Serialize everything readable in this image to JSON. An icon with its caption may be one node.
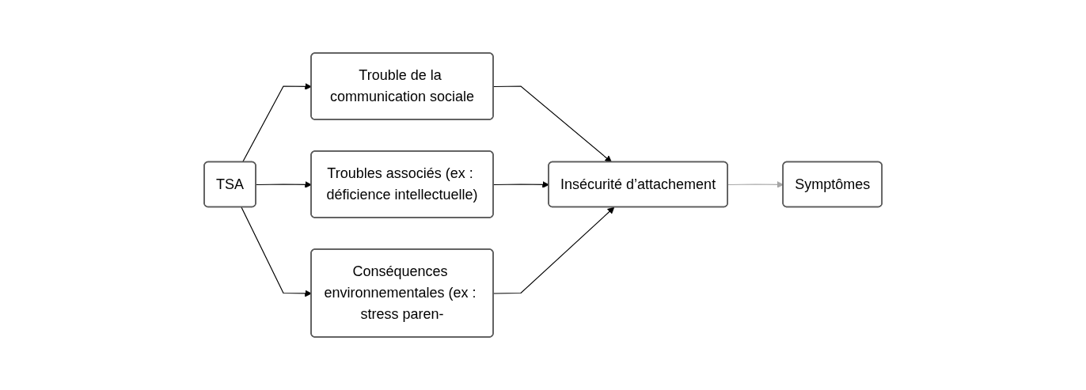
{
  "diagram": {
    "nodes": [
      {
        "text": [
          "TSA"
        ]
      },
      {
        "text": [
          "Trouble de la communication sociale"
        ]
      },
      {
        "text": [
          "Troubles associés (ex : déficience intellectuelle)"
        ]
      },
      {
        "text": [
          "Conséquences environnementales (ex : stress paren-"
        ]
      },
      {
        "text": [
          "Insécurité d’attachement"
        ]
      },
      {
        "text": [
          "Symptômes"
        ]
      }
    ],
    "edges": [
      {
        "from": 0,
        "to": 1,
        "arrow": "to"
      },
      {
        "from": 0,
        "to": 2,
        "arrow": "to"
      },
      {
        "from": 0,
        "to": 3,
        "arrow": "to"
      },
      {
        "from": 1,
        "to": 4,
        "arrow": "to"
      },
      {
        "from": 2,
        "to": 4,
        "arrow": "to"
      },
      {
        "from": 3,
        "to": 4,
        "arrow": "to"
      },
      {
        "from": 4,
        "to": 5,
        "arrow": "to",
        "color": "#a6a6a6"
      }
    ]
  }
}
